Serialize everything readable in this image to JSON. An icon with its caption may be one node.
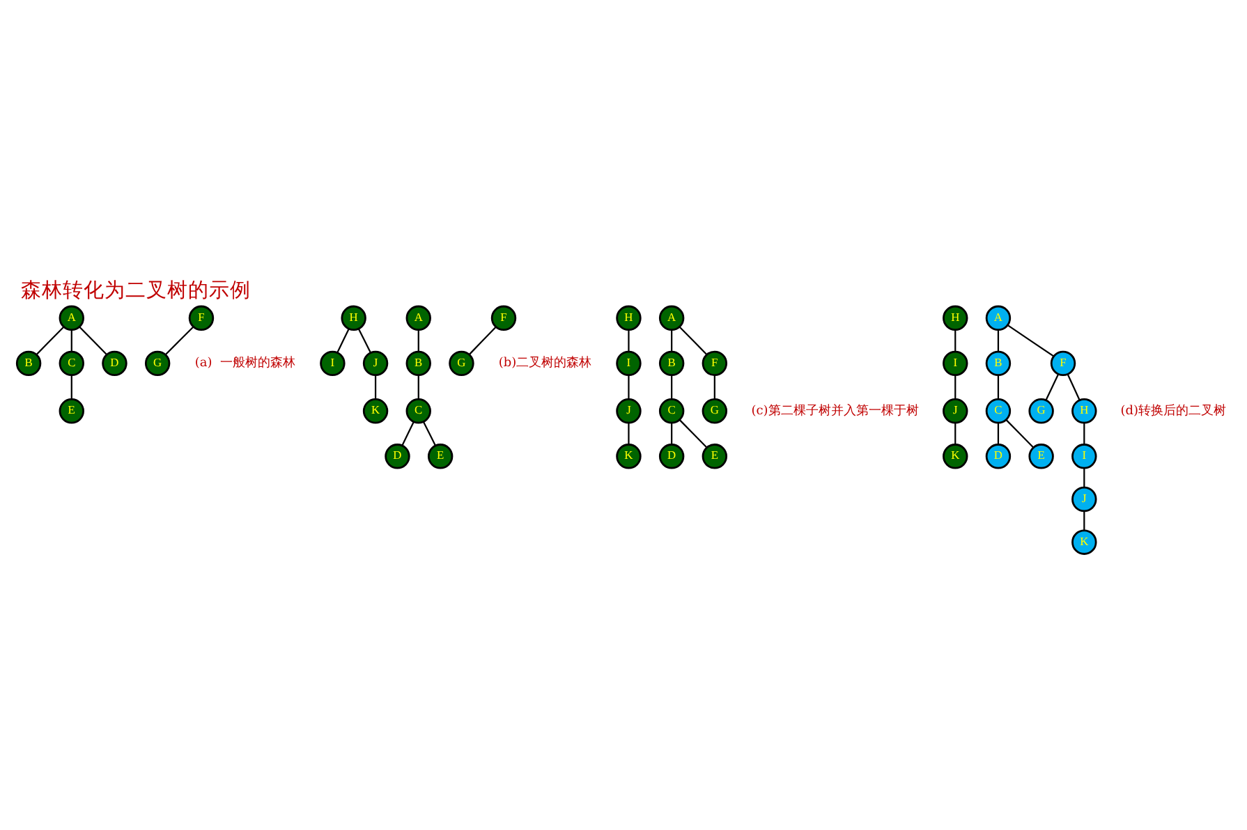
{
  "diagram": {
    "title": "森林转化为二叉树的示例",
    "nodes": [
      {
        "text": [
          "A"
        ]
      },
      {
        "text": [
          "B"
        ]
      },
      {
        "text": [
          "C"
        ]
      },
      {
        "text": [
          "D"
        ]
      },
      {
        "text": [
          "E"
        ]
      },
      {
        "text": [
          "F"
        ]
      },
      {
        "text": [
          "G"
        ]
      },
      {
        "text": [
          "H"
        ]
      },
      {
        "text": [
          "I"
        ]
      },
      {
        "text": [
          "J"
        ]
      },
      {
        "text": [
          "K"
        ]
      },
      {
        "text": [
          "A"
        ]
      },
      {
        "text": [
          "B"
        ]
      },
      {
        "text": [
          "C"
        ]
      },
      {
        "text": [
          "D"
        ]
      },
      {
        "text": [
          "E"
        ]
      },
      {
        "text": [
          "F"
        ]
      },
      {
        "text": [
          "G"
        ]
      },
      {
        "text": [
          "H"
        ]
      },
      {
        "text": [
          "I"
        ]
      },
      {
        "text": [
          "J"
        ]
      },
      {
        "text": [
          "K"
        ]
      },
      {
        "text": [
          "A"
        ]
      },
      {
        "text": [
          "B"
        ]
      },
      {
        "text": [
          "C"
        ]
      },
      {
        "text": [
          "D"
        ]
      },
      {
        "text": [
          "E"
        ]
      },
      {
        "text": [
          "F"
        ]
      },
      {
        "text": [
          "G"
        ]
      },
      {
        "text": [
          "H"
        ]
      },
      {
        "text": [
          "I"
        ]
      },
      {
        "text": [
          "J"
        ]
      },
      {
        "text": [
          "K"
        ]
      },
      {
        "text": [
          "A"
        ]
      },
      {
        "text": [
          "B"
        ]
      },
      {
        "text": [
          "C"
        ]
      },
      {
        "text": [
          "D"
        ]
      },
      {
        "text": [
          "E"
        ]
      },
      {
        "text": [
          "F"
        ]
      },
      {
        "text": [
          "G"
        ]
      },
      {
        "text": [
          "H"
        ]
      },
      {
        "text": [
          "I"
        ]
      },
      {
        "text": [
          "J"
        ]
      },
      {
        "text": [
          "K"
        ]
      }
    ],
    "edges": [
      {
        "from": 0,
        "to": 1,
        "arrow": "none"
      },
      {
        "from": 0,
        "to": 2,
        "arrow": "none"
      },
      {
        "from": 0,
        "to": 3,
        "arrow": "none"
      },
      {
        "from": 2,
        "to": 4,
        "arrow": "none"
      },
      {
        "from": 5,
        "to": 6,
        "arrow": "none"
      },
      {
        "from": 7,
        "to": 8,
        "arrow": "none"
      },
      {
        "from": 7,
        "to": 9,
        "arrow": "none"
      },
      {
        "from": 9,
        "to": 10,
        "arrow": "none"
      },
      {
        "from": 11,
        "to": 12,
        "arrow": "none"
      },
      {
        "from": 12,
        "to": 13,
        "arrow": "none"
      },
      {
        "from": 13,
        "to": 15,
        "arrow": "none"
      },
      {
        "from": 13,
        "to": 14,
        "arrow": "none"
      },
      {
        "from": 16,
        "to": 17,
        "arrow": "none"
      },
      {
        "from": 18,
        "to": 19,
        "arrow": "none"
      },
      {
        "from": 19,
        "to": 20,
        "arrow": "none"
      },
      {
        "from": 20,
        "to": 21,
        "arrow": "none"
      },
      {
        "from": 22,
        "to": 23,
        "arrow": "none"
      },
      {
        "from": 22,
        "to": 27,
        "arrow": "none"
      },
      {
        "from": 23,
        "to": 24,
        "arrow": "none"
      },
      {
        "from": 27,
        "to": 28,
        "arrow": "none"
      },
      {
        "from": 24,
        "to": 26,
        "arrow": "none"
      },
      {
        "from": 24,
        "to": 25,
        "arrow": "none"
      },
      {
        "from": 29,
        "to": 30,
        "arrow": "none"
      },
      {
        "from": 30,
        "to": 31,
        "arrow": "none"
      },
      {
        "from": 31,
        "to": 32,
        "arrow": "none"
      },
      {
        "from": 33,
        "to": 34,
        "arrow": "none"
      },
      {
        "from": 33,
        "to": 38,
        "arrow": "none"
      },
      {
        "from": 34,
        "to": 35,
        "arrow": "none"
      },
      {
        "from": 38,
        "to": 39,
        "arrow": "none"
      },
      {
        "from": 38,
        "to": 40,
        "arrow": "none"
      },
      {
        "from": 35,
        "to": 37,
        "arrow": "none"
      },
      {
        "from": 35,
        "to": 36,
        "arrow": "none"
      },
      {
        "from": 40,
        "to": 41,
        "arrow": "none"
      },
      {
        "from": 41,
        "to": 42,
        "arrow": "none"
      },
      {
        "from": 42,
        "to": 43,
        "arrow": "none"
      }
    ],
    "labels": [
      "(a)  一般树的森林",
      "(b)二叉树的森林",
      "(c)第二棵子树并入第一棵于树",
      "(d)转换后的二叉树"
    ]
  }
}
